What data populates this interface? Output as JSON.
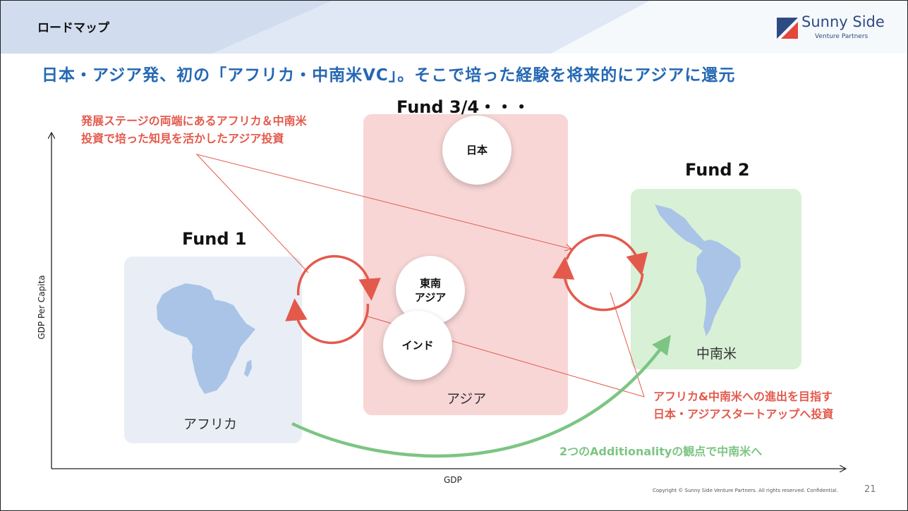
{
  "header": {
    "slide_label": "ロードマップ",
    "logo": {
      "name": "Sunny Side",
      "sub": "Venture Partners"
    }
  },
  "headline": "日本・アジア発、初の「アフリカ・中南米VC」。そこで培った経験を将来的にアジアに還元",
  "axes": {
    "x_label": "GDP",
    "y_label": "GDP Per Capita"
  },
  "funds": {
    "fund1": {
      "title": "Fund 1",
      "region": "アフリカ"
    },
    "fund2": {
      "title": "Fund 2",
      "region": "中南米"
    },
    "fund34": {
      "title": "Fund 3/4・・・",
      "region": "アジア"
    }
  },
  "countries": {
    "japan": "日本",
    "southeast_asia": "東南\nアジア",
    "india": "インド"
  },
  "annotations": {
    "asia_investment": [
      "発展ステージの両端にあるアフリカ＆中南米",
      "投資で培った知見を活かしたアジア投資"
    ],
    "startup_investment": [
      "アフリカ&中南米への進出を目指す",
      "日本・アジアスタートアップへ投資"
    ],
    "additionality": "2つのAdditionalityの観点で中南米へ"
  },
  "colors": {
    "headline": "#2568b4",
    "annotation_red": "#e35a4c",
    "arrow_green": "#7cc583",
    "africa_box": "#e9eef6",
    "asia_box": "#f8d6d6",
    "latam_box": "#d8f0d6",
    "map_blue": "#a9c4e6"
  },
  "footer": {
    "copyright": "Copyright © Sunny Side Venture Partners. All rights reserved. Confidential.",
    "page_number": "21"
  }
}
